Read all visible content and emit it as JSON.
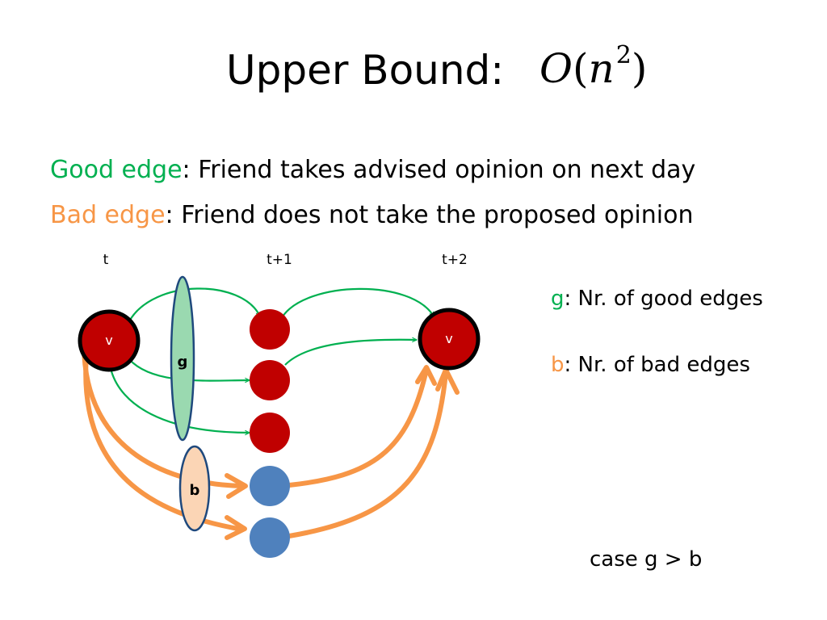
{
  "title": "Upper Bound:",
  "formula": {
    "symbol": "O",
    "variable": "n",
    "exponent": "2"
  },
  "definitions": {
    "good": {
      "term": "Good edge",
      "text": ": Friend takes advised opinion on next day"
    },
    "bad": {
      "term": "Bad edge",
      "text": ": Friend does not take the proposed opinion"
    }
  },
  "time_labels": [
    "t",
    "t+1",
    "t+2"
  ],
  "nodes": {
    "source_label": "v",
    "target_label": "v"
  },
  "groups": {
    "good_label": "g",
    "bad_label": "b"
  },
  "legend": {
    "g_key": "g",
    "g_text": ": Nr. of good edges",
    "b_key": "b",
    "b_text": ": Nr. of bad edges"
  },
  "case_note": "case g > b",
  "colors": {
    "good": "#00b050",
    "bad": "#f79646",
    "node_red": "#c00000",
    "node_blue": "#4f81bd",
    "good_ellipse": "#9ad9b0",
    "bad_ellipse": "#fbd5b5",
    "ellipse_border": "#1f497d"
  }
}
